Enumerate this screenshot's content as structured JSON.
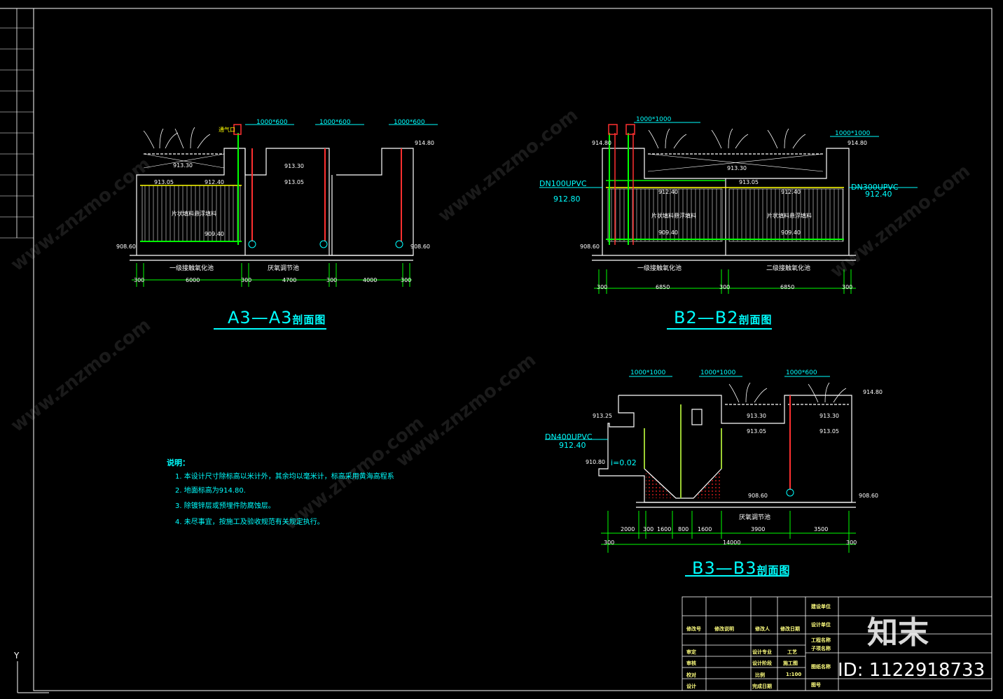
{
  "sections": {
    "a3": {
      "title": "A3—A3",
      "suffix": "剖面图",
      "labels": {
        "tank1": "一级接触氧化池",
        "tank2": "厌氧调节池",
        "vent": "通气口",
        "cover1": "1000*600",
        "cover2": "1000*600",
        "cover3": "1000*600",
        "media": "片状填料悬浮填料"
      },
      "elevations": [
        "914.80",
        "913.30",
        "913.05",
        "912.40",
        "909.40",
        "908.60",
        "913.30",
        "913.05",
        "908.60"
      ],
      "dims": [
        "300",
        "6000",
        "300",
        "4700",
        "300",
        "4000",
        "300"
      ]
    },
    "b2": {
      "title": "B2—B2",
      "suffix": "剖面图",
      "labels": {
        "tank1": "一级接触氧化池",
        "tank2": "二级接触氧化池",
        "cover1": "1000*1000",
        "cover2": "1000*1000",
        "pipe1": "DN100UPVC",
        "pipe1_elev": "912.80",
        "pipe2": "DN300UPVC",
        "pipe2_elev": "912.40",
        "media1": "片状填料悬浮填料",
        "media2": "片状填料悬浮填料"
      },
      "elevations": [
        "914.80",
        "913.30",
        "912.40",
        "909.40",
        "908.60",
        "913.05",
        "912.40",
        "909.40",
        "914.80"
      ],
      "dims": [
        "300",
        "6850",
        "300",
        "6850",
        "300"
      ]
    },
    "b3": {
      "title": "B3—B3",
      "suffix": "剖面图",
      "labels": {
        "tank": "厌氧调节池",
        "cover1": "1000*1000",
        "cover2": "1000*1000",
        "cover3": "1000*600",
        "pipe": "DN400UPVC",
        "pipe_elev": "912.40",
        "slope": "i=0.02"
      },
      "elevations": [
        "913.25",
        "910.80",
        "908.60",
        "913.30",
        "913.05",
        "913.30",
        "913.05",
        "914.80",
        "908.60"
      ],
      "dims": [
        "2000",
        "300",
        "1600",
        "800",
        "1600",
        "3900",
        "3500",
        "300",
        "14000",
        "300"
      ]
    }
  },
  "notes": {
    "heading": "说明：",
    "items": [
      "1. 本设计尺寸除标高以米计外，其余均以毫米计，标高采用黄海高程系",
      "2. 地面标高为914.80.",
      "3. 除镀锌层或预埋件防腐蚀层。",
      "4. 未尽事宜，按施工及验收规范有关规定执行。"
    ]
  },
  "title_block": {
    "rows": [
      [
        "建设单位"
      ],
      [
        "设计单位"
      ],
      [
        "工程名称",
        "子项名称"
      ],
      [
        "图纸名称"
      ],
      [
        "图号"
      ]
    ],
    "cells": [
      "修改号",
      "修改说明",
      "修改人",
      "修改日期",
      "审定",
      "设计专业",
      "工艺",
      "审核",
      "设计阶段",
      "施工图",
      "校对",
      "比例",
      "1:100",
      "设计",
      "完成日期"
    ]
  },
  "watermark": {
    "text": "www.znzmo.com",
    "logo": "知末",
    "id": "ID: 1122918733"
  },
  "colors": {
    "bg": "#000000",
    "cyan": "#00ffff",
    "green": "#00ff00",
    "red": "#ff0000",
    "yellow": "#ffff00",
    "white": "#ffffff"
  }
}
